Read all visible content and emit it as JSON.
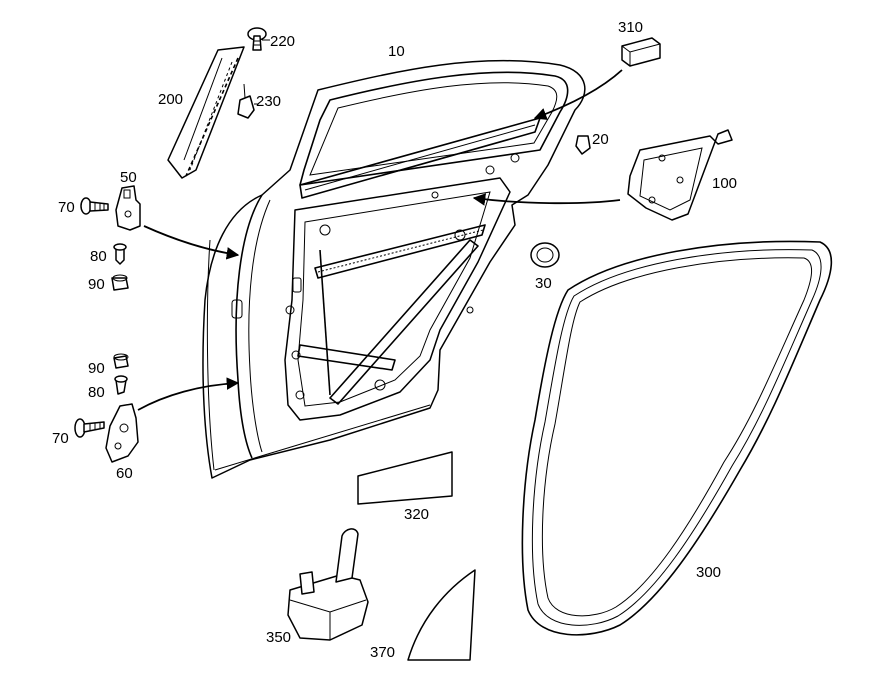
{
  "callouts": {
    "p10": "10",
    "p20": "20",
    "p30": "30",
    "p50": "50",
    "p60": "60",
    "p70_upper": "70",
    "p70_lower": "70",
    "p80_upper": "80",
    "p80_lower": "80",
    "p90_upper": "90",
    "p90_lower": "90",
    "p100": "100",
    "p200": "200",
    "p220": "220",
    "p230": "230",
    "p300": "300",
    "p310": "310",
    "p320": "320",
    "p350": "350",
    "p370": "370"
  }
}
